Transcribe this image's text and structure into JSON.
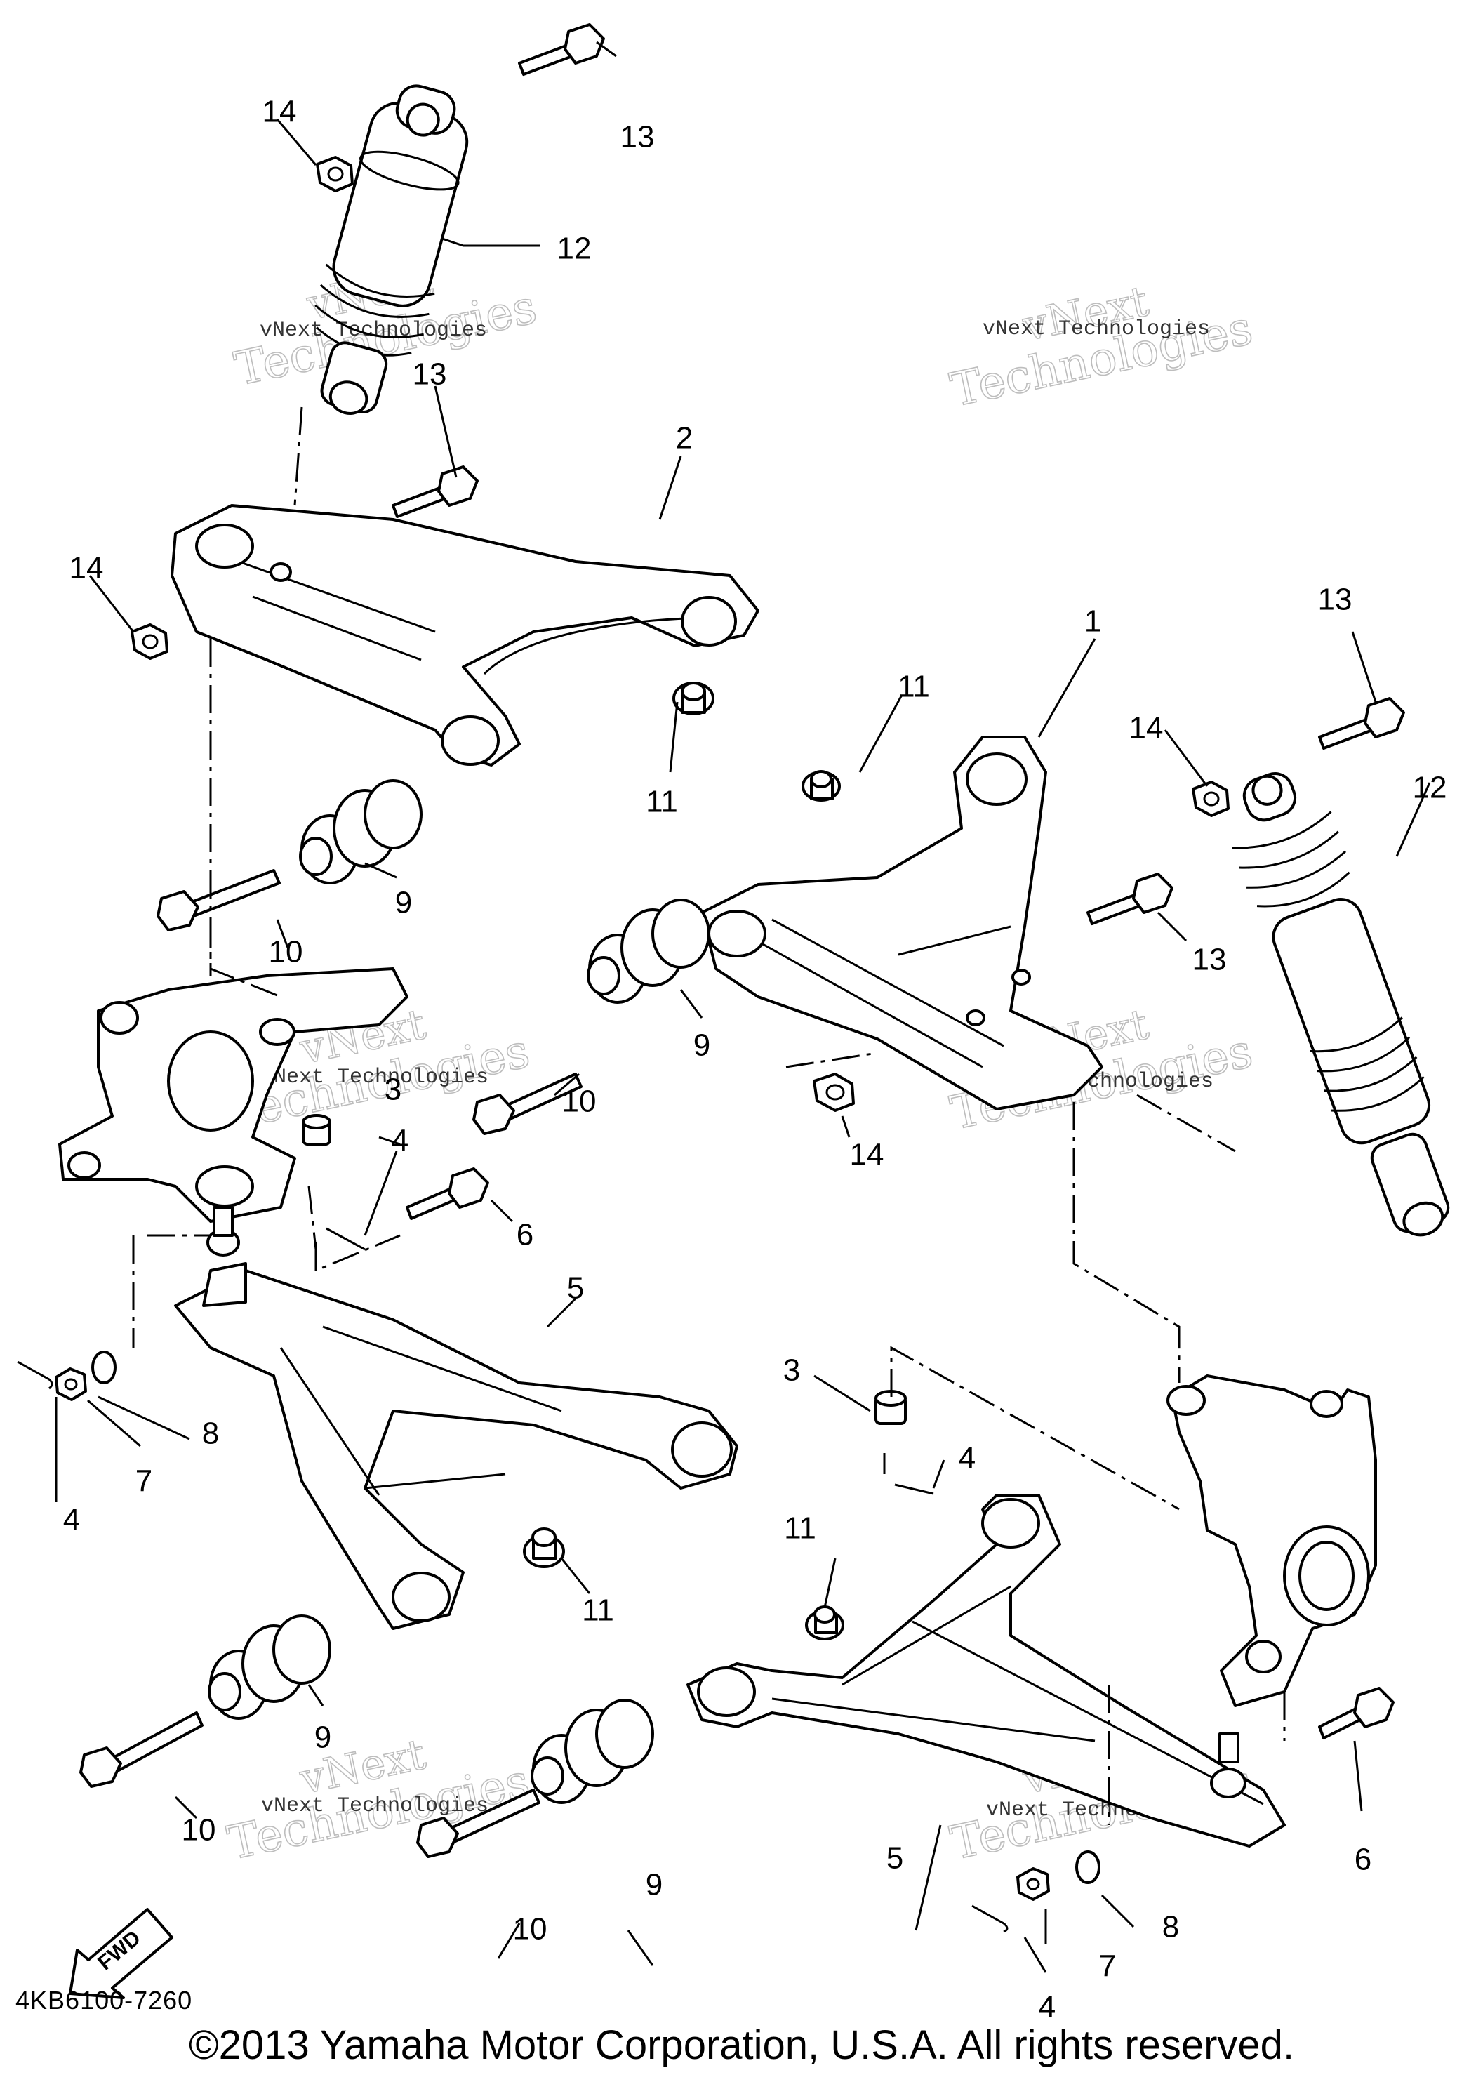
{
  "diagram": {
    "part_code": "4KB6100-7260",
    "forward_label": "FWD",
    "copyright": "©2013 Yamaha Motor Corporation, U.S.A. All rights reserved.",
    "watermark": {
      "brand_line": "vNext Technologies",
      "big_line_1": "vNext",
      "big_line_2": "Technologies"
    },
    "callouts": [
      "14",
      "13",
      "12",
      "13",
      "2",
      "14",
      "11",
      "11",
      "1",
      "13",
      "14",
      "12",
      "9",
      "10",
      "13",
      "9",
      "10",
      "3",
      "14",
      "4",
      "6",
      "5",
      "8",
      "7",
      "4",
      "3",
      "4",
      "11",
      "11",
      "9",
      "10",
      "9",
      "5",
      "6",
      "10",
      "8",
      "7",
      "4"
    ]
  }
}
